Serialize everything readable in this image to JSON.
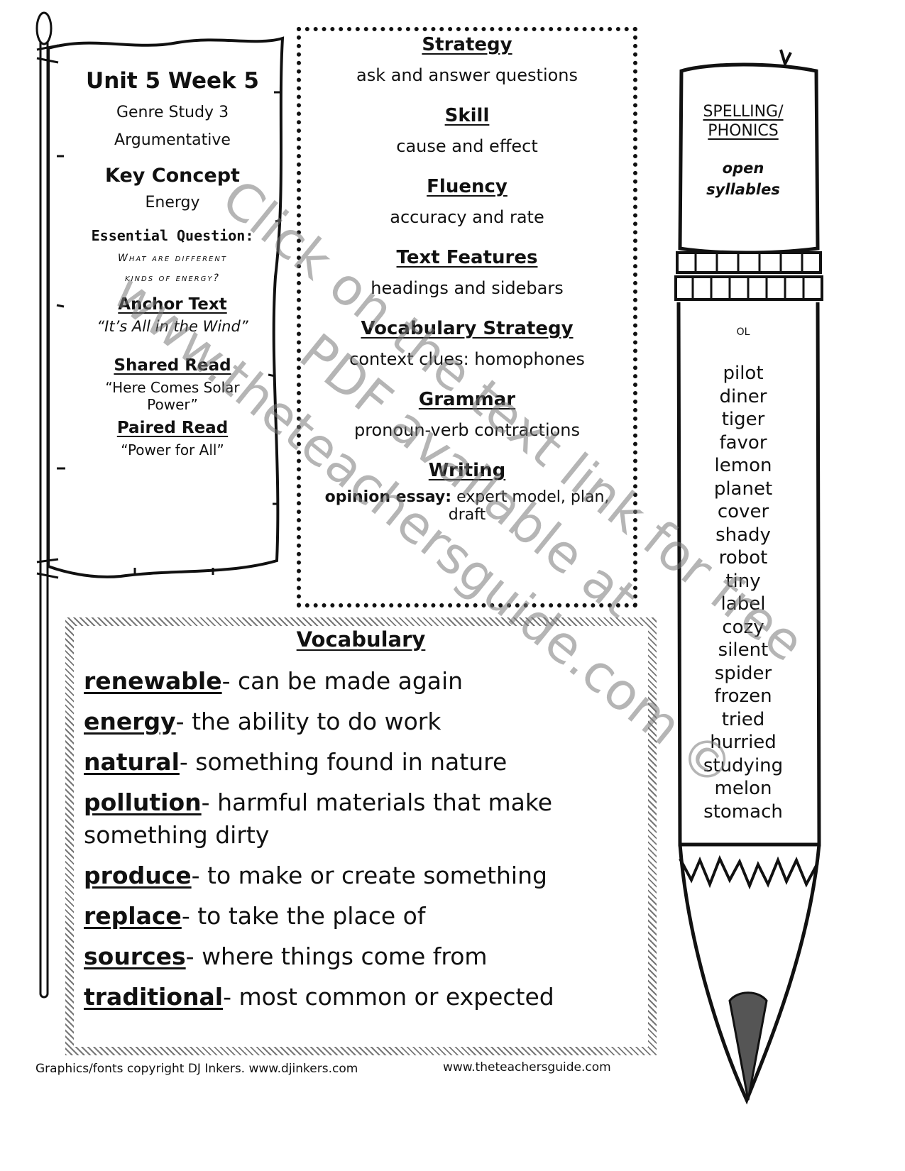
{
  "banner": {
    "unit": "Unit 5 Week 5",
    "genre_study": "Genre Study 3",
    "genre": "Argumentative",
    "key_concept_heading": "Key Concept",
    "key_concept": "Energy",
    "essential_question_heading": "Essential Question:",
    "essential_question_line1": "What are different",
    "essential_question_line2": "kinds of energy?",
    "anchor_text_heading": "Anchor Text",
    "anchor_text": "“It’s All in the Wind”",
    "shared_read_heading": "Shared Read",
    "shared_read_line1": "“Here Comes Solar",
    "shared_read_line2": "Power”",
    "paired_read_heading": "Paired Read",
    "paired_read": "“Power for All”"
  },
  "skills": {
    "strategy_heading": "Strategy",
    "strategy": "ask and answer questions",
    "skill_heading": "Skill",
    "skill": "cause and effect",
    "fluency_heading": "Fluency",
    "fluency": "accuracy and rate",
    "text_features_heading": "Text Features",
    "text_features": "headings and sidebars",
    "vocab_strategy_heading": "Vocabulary Strategy",
    "vocab_strategy": "context clues: homophones",
    "grammar_heading": "Grammar",
    "grammar": "pronoun-verb contractions",
    "writing_heading": "Writing",
    "writing_label": "opinion essay:",
    "writing_value_line1": " expert model, plan,",
    "writing_value_line2": "draft"
  },
  "vocabulary": {
    "title": "Vocabulary",
    "items": [
      {
        "term": "renewable",
        "def": "- can be made again"
      },
      {
        "term": "energy",
        "def": "- the ability to do work"
      },
      {
        "term": "natural",
        "def": "- something found in nature"
      },
      {
        "term": "pollution",
        "def": "- harmful materials that make something dirty"
      },
      {
        "term": "produce",
        "def": "- to make or create something"
      },
      {
        "term": "replace",
        "def": "- to take the place of"
      },
      {
        "term": "sources",
        "def": "- where things come from"
      },
      {
        "term": "traditional",
        "def": "- most common or expected"
      }
    ]
  },
  "spelling": {
    "heading_line1": "SPELLING/",
    "heading_line2": "PHONICS",
    "topic_line1": "open",
    "topic_line2": "syllables",
    "level": "OL",
    "words": [
      "pilot",
      "diner",
      "tiger",
      "favor",
      "lemon",
      "planet",
      "cover",
      "shady",
      "robot",
      "tiny",
      "label",
      "cozy",
      "silent",
      "spider",
      "frozen",
      "tried",
      "hurried",
      "studying",
      "melon",
      "stomach"
    ]
  },
  "footer": {
    "left": "Graphics/fonts copyright DJ Inkers. www.djinkers.com",
    "right": "www.theteachersguide.com"
  },
  "watermark": {
    "line1": "Click on the text link for free",
    "line2": "PDF available at",
    "line3": "www.theteachersguide.com ©"
  }
}
